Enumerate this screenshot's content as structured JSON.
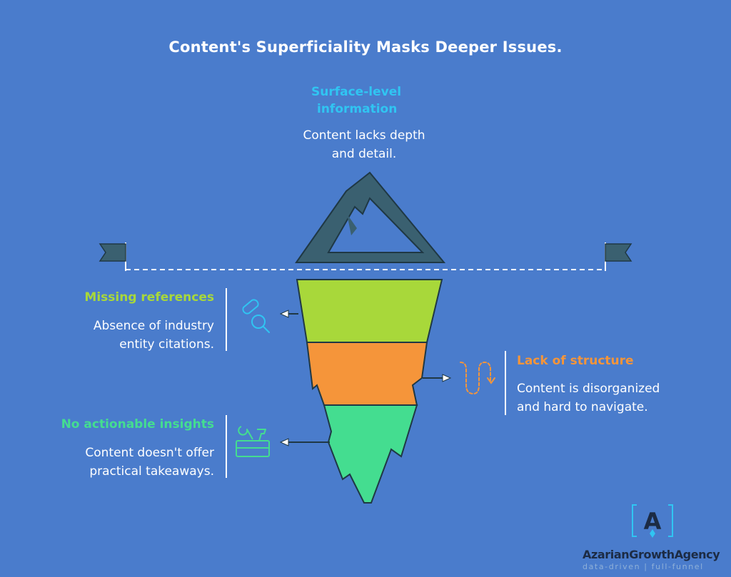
{
  "title": "Content's Superficiality Masks Deeper Issues.",
  "surface": {
    "heading_line1": "Surface-level",
    "heading_line2": "information",
    "desc_line1": "Content lacks depth",
    "desc_line2": "and detail."
  },
  "layers": [
    {
      "heading": "Missing references",
      "desc_line1": "Absence of industry",
      "desc_line2": "entity citations.",
      "color": "#a8d83a",
      "icon": "search-document-icon"
    },
    {
      "heading": "Lack of structure",
      "desc_line1": "Content is disorganized",
      "desc_line2": "and hard to navigate.",
      "color": "#f5953a",
      "icon": "winding-path-icon"
    },
    {
      "heading": "No actionable insights",
      "desc_line1": "Content doesn't offer",
      "desc_line2": "practical takeaways.",
      "color": "#44dd90",
      "icon": "toolbox-icon"
    }
  ],
  "colors": {
    "background": "#4a7ccc",
    "iceberg_tip": "#3a6070",
    "flag": "#3a6070",
    "surface_heading": "#30c5f2"
  },
  "logo": {
    "letter": "A",
    "name": "AzarianGrowthAgency",
    "tagline": "data-driven | full-funnel"
  }
}
